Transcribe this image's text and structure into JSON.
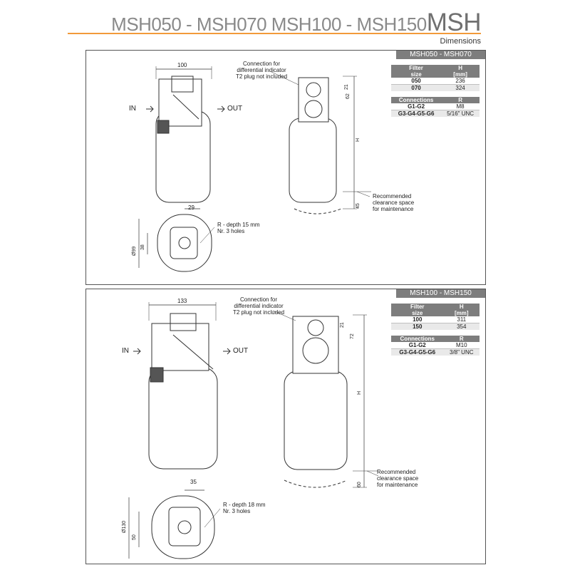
{
  "header": {
    "title_small": "MSH050 - MSH070   MSH100 - MSH150",
    "title_big": "MSH",
    "subtitle": "Dimensions"
  },
  "colors": {
    "accent": "#f29a3a",
    "table_header": "#7d7d7d"
  },
  "panels": [
    {
      "title": "MSH050 - MSH070",
      "connection_note": [
        "Connection for",
        "differential indicator",
        "T2 plug not included"
      ],
      "in_label": "IN",
      "out_label": "OUT",
      "dim_width": "100",
      "dim_top": "21",
      "dim_upper": "62",
      "dim_h": "H",
      "dim_clear": "45",
      "dim_side": "29",
      "dim_diam": "Ø99",
      "dim_vert": "38",
      "holes_note": [
        "R - depth 15 mm",
        "Nr. 3 holes"
      ],
      "clearance_note": [
        "Recommended",
        "clearance space",
        "for maintenance"
      ],
      "table1": {
        "headers": [
          [
            "Filter",
            "size"
          ],
          [
            "H",
            "[mm]"
          ]
        ],
        "rows": [
          [
            "050",
            "236"
          ],
          [
            "070",
            "324"
          ]
        ]
      },
      "table2": {
        "headers": [
          "Connections",
          "R"
        ],
        "rows": [
          [
            "G1-G2",
            "M8"
          ],
          [
            "G3-G4-G5-G6",
            "5/16\" UNC"
          ]
        ]
      }
    },
    {
      "title": "MSH100 - MSH150",
      "connection_note": [
        "Connection for",
        "differential indicator",
        "T2 plug not included"
      ],
      "in_label": "IN",
      "out_label": "OUT",
      "dim_width": "133",
      "dim_top": "21",
      "dim_upper": "72",
      "dim_h": "H",
      "dim_clear": "60",
      "dim_side": "35",
      "dim_diam": "Ø130",
      "dim_vert": "50",
      "holes_note": [
        "R - depth 18 mm",
        "Nr. 3 holes"
      ],
      "clearance_note": [
        "Recommended",
        "clearance space",
        "for maintenance"
      ],
      "table1": {
        "headers": [
          [
            "Filter",
            "size"
          ],
          [
            "H",
            "[mm]"
          ]
        ],
        "rows": [
          [
            "100",
            "311"
          ],
          [
            "150",
            "354"
          ]
        ]
      },
      "table2": {
        "headers": [
          "Connections",
          "R"
        ],
        "rows": [
          [
            "G1-G2",
            "M10"
          ],
          [
            "G3-G4-G5-G6",
            "3/8\" UNC"
          ]
        ]
      }
    }
  ]
}
